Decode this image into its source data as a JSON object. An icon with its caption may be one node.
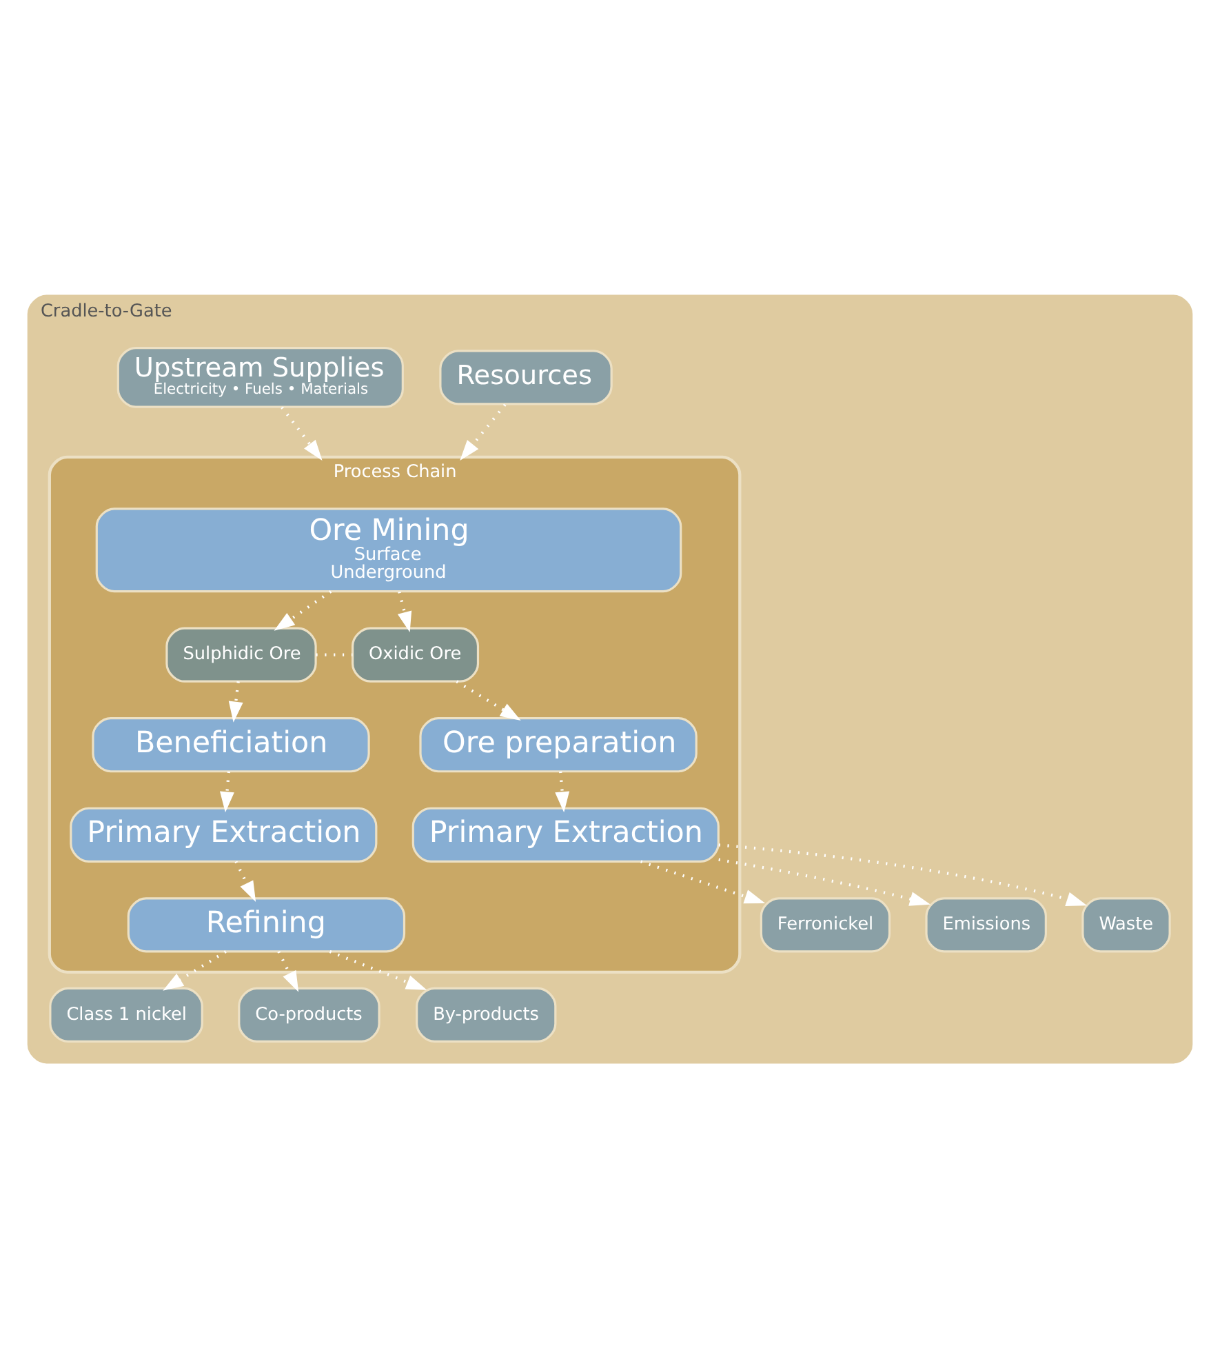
{
  "diagram": {
    "nodes": [
      {
        "text": [
          "Cradle-to-Gate"
        ]
      },
      {
        "text": [
          "Resources"
        ],
        "in": 0
      },
      {
        "text": [
          "Process Chain"
        ],
        "in": 0
      },
      {
        "text": [
          "Ore Mining",
          "Surface",
          "Underground"
        ],
        "in": 2
      },
      {
        "text": [
          "Sulphidic Ore"
        ],
        "in": 2
      },
      {
        "text": [
          "Oxidic Ore"
        ],
        "in": 2
      },
      {
        "text": [
          "Beneficiation"
        ],
        "in": 2
      },
      {
        "text": [
          "Ore preparation"
        ],
        "in": 2
      },
      {
        "text": [
          "Primary Extraction"
        ],
        "in": 2
      },
      {
        "text": [
          "Primary Extraction"
        ],
        "in": 2
      },
      {
        "text": [
          "Refining"
        ],
        "in": 2
      },
      {
        "text": [
          "Upstream Supplies",
          "Electricity • Fuels • Materials"
        ],
        "in": 0
      },
      {
        "text": [
          "Class 1 nickel"
        ],
        "in": 0
      },
      {
        "text": [
          "Co-products"
        ],
        "in": 0
      },
      {
        "text": [
          "By-products"
        ],
        "in": 0
      },
      {
        "text": [
          "Ferronickel"
        ],
        "in": 0
      },
      {
        "text": [
          "Emissions"
        ],
        "in": 0
      },
      {
        "text": [
          "Waste"
        ],
        "in": 0
      }
    ],
    "edges": [
      {
        "from": 1,
        "to": 2,
        "arrow": "to"
      },
      {
        "from": 11,
        "to": 2,
        "arrow": "to"
      },
      {
        "from": 3,
        "to": 4,
        "arrow": "to"
      },
      {
        "from": 3,
        "to": 5,
        "arrow": "to"
      },
      {
        "from": 4,
        "to": 5,
        "arrow": "none"
      },
      {
        "from": 4,
        "to": 6,
        "arrow": "to"
      },
      {
        "from": 5,
        "to": 7,
        "arrow": "to"
      },
      {
        "from": 6,
        "to": 8,
        "arrow": "to"
      },
      {
        "from": 7,
        "to": 9,
        "arrow": "to"
      },
      {
        "from": 8,
        "to": 10,
        "arrow": "to"
      },
      {
        "from": 10,
        "to": 12,
        "arrow": "to"
      },
      {
        "from": 10,
        "to": 13,
        "arrow": "to"
      },
      {
        "from": 10,
        "to": 14,
        "arrow": "to"
      },
      {
        "from": 9,
        "to": 15,
        "arrow": "to"
      },
      {
        "from": 9,
        "to": 16,
        "arrow": "to"
      },
      {
        "from": 9,
        "to": 17,
        "arrow": "to"
      }
    ]
  }
}
